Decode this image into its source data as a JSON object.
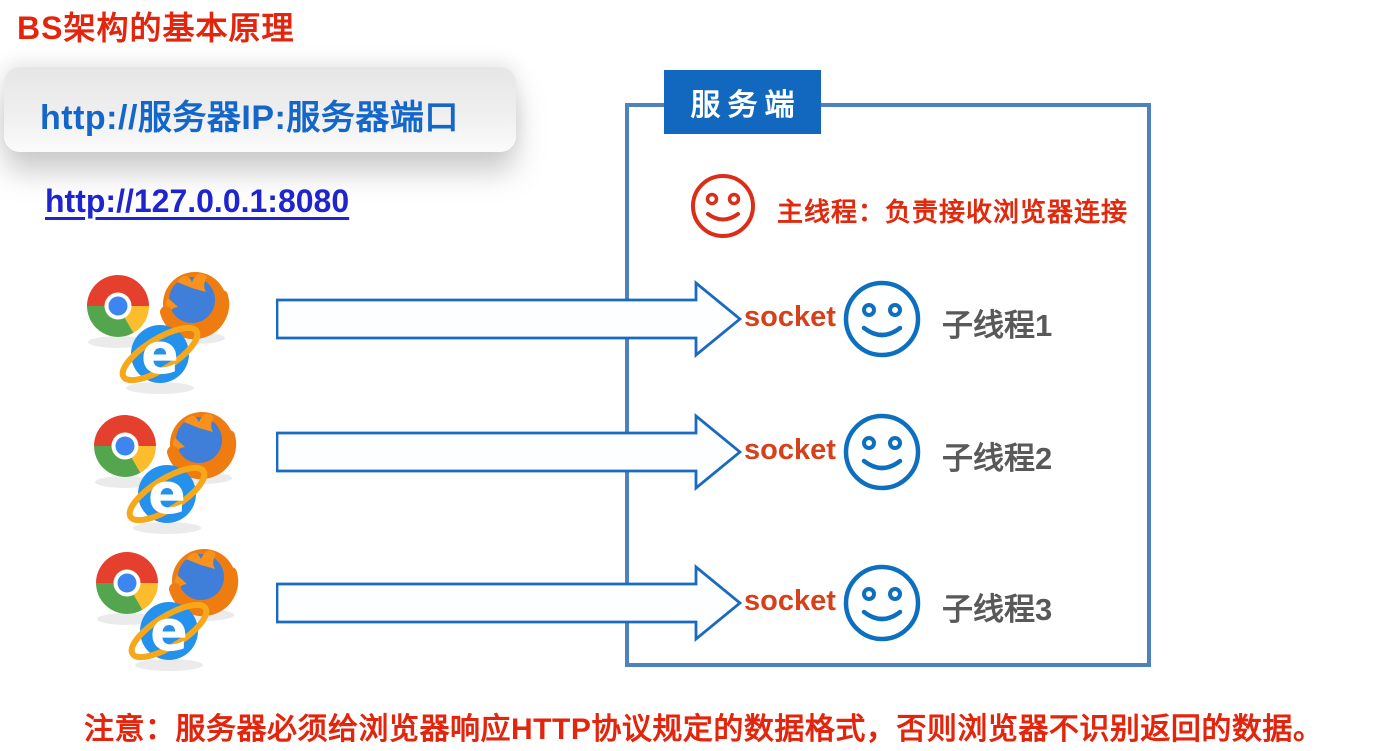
{
  "title": "BS架构的基本原理",
  "address_card": {
    "url_template": "http://服务器IP:服务器端口"
  },
  "example_link": {
    "url": "http://127.0.0.1:8080"
  },
  "server_box": {
    "header": "服务端",
    "main_thread_label": "主线程：负责接收浏览器连接",
    "rows": [
      {
        "socket_label": "socket",
        "thread_label": "子线程1"
      },
      {
        "socket_label": "socket",
        "thread_label": "子线程2"
      },
      {
        "socket_label": "socket",
        "thread_label": "子线程3"
      }
    ]
  },
  "note": "注意：服务器必须给浏览器响应HTTP协议规定的数据格式，否则浏览器不识别返回的数据。",
  "icons": {
    "browser_cluster": [
      "chrome-icon",
      "firefox-icon",
      "internet-explorer-icon"
    ],
    "main_thread_icon": "red-smiley-face",
    "worker_thread_icon": "blue-smiley-face",
    "connection_arrow": "right-block-arrow"
  },
  "colors": {
    "title_red": "#e2250c",
    "note_red": "#e2250c",
    "socket_red": "#d4411b",
    "main_thread_red": "#e1290e",
    "link_blue": "#1f24cf",
    "url_text_blue": "#1467c8",
    "server_header_bg": "#1268bf",
    "server_border_blue": "#4f81bd",
    "arrow_stroke_blue": "#1a6ac2",
    "smiley_blue": "#0d6fc0",
    "smiley_red": "#da2e18",
    "thread_label_gray": "#595959"
  }
}
